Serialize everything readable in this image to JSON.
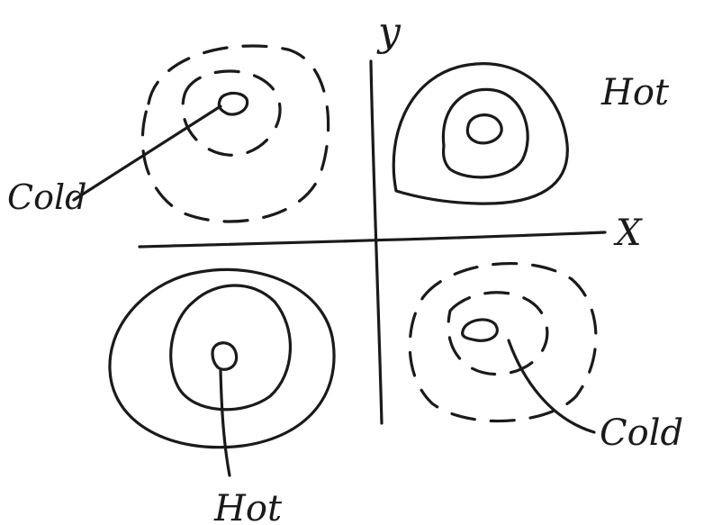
{
  "axes": {
    "x_label": "X",
    "y_label": "y"
  },
  "quadrants": {
    "top_left": {
      "label": "Cold"
    },
    "top_right": {
      "label": "Hot"
    },
    "bottom_left": {
      "label": "Hot"
    },
    "bottom_right": {
      "label": "Cold"
    }
  }
}
